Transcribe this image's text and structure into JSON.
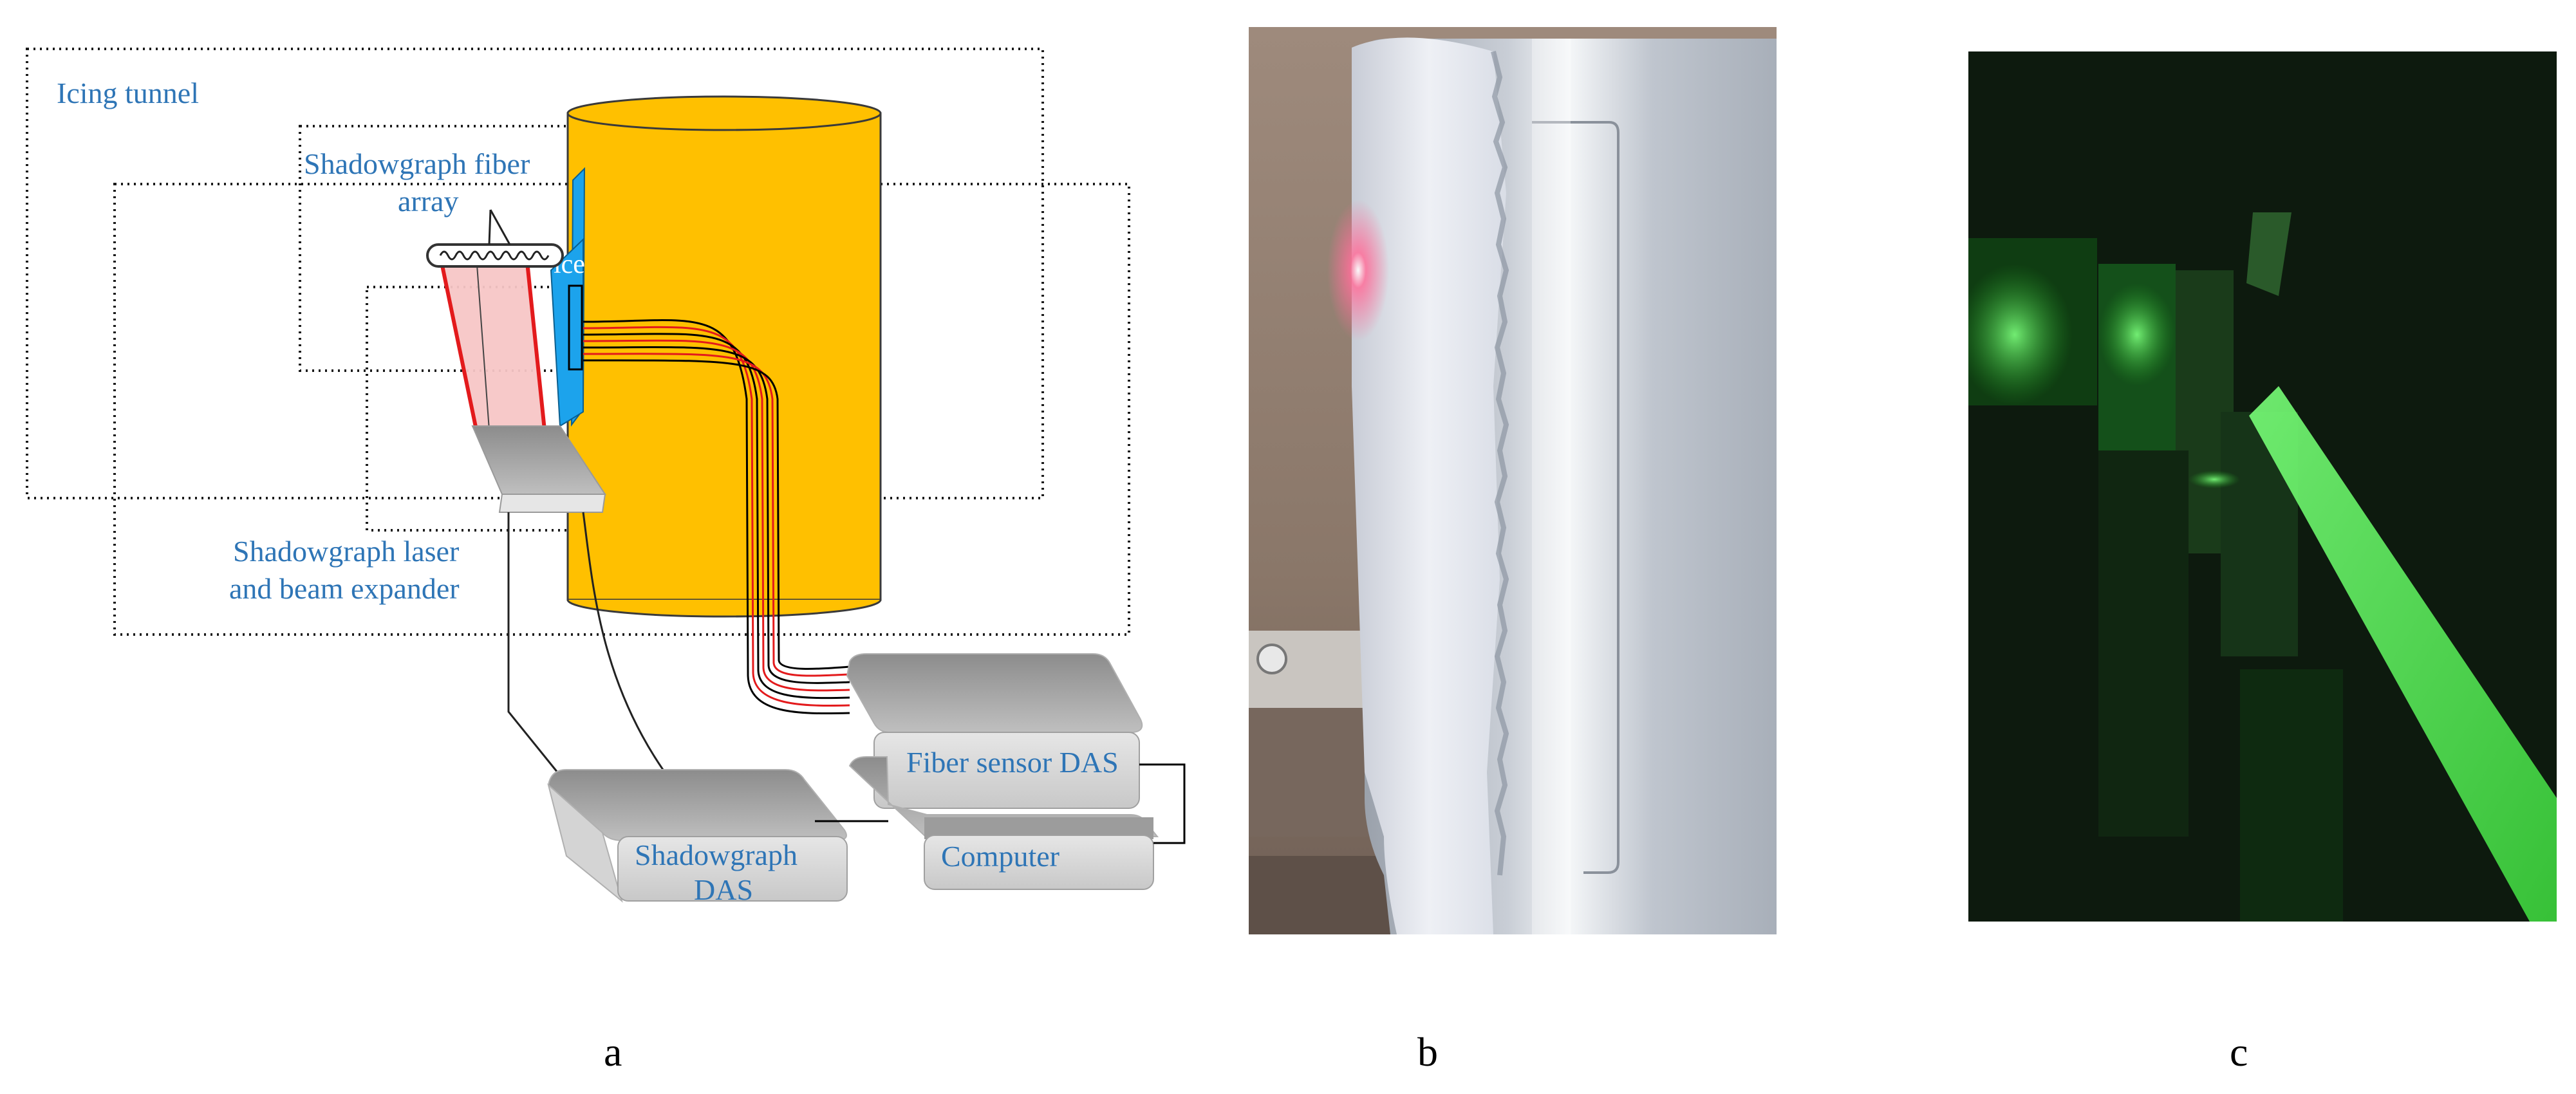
{
  "panels": {
    "a": {
      "letter": "a",
      "labels": {
        "icing_tunnel": "Icing tunnel",
        "fiber_array_line1": "Shadowgraph fiber",
        "fiber_array_line2": "array",
        "ice": "ice",
        "laser_line1": "Shadowgraph laser",
        "laser_line2": "and beam expander",
        "fiber_das": "Fiber sensor DAS",
        "computer": "Computer",
        "shadow_das_line1": "Shadowgraph",
        "shadow_das_line2": "DAS"
      },
      "colors": {
        "label": "#2e75b6",
        "cylinder": "#ffc000",
        "ice": "#1ca3ec",
        "laser_beam_edge": "#e31a1c",
        "laser_beam_fill": "#f7c6c6",
        "box_gray": "#a6a6a6"
      }
    },
    "b": {
      "letter": "b",
      "description_icon": "photo-iced-airfoil-red-laser"
    },
    "c": {
      "letter": "c",
      "description_icon": "photo-green-laser-beam"
    }
  }
}
